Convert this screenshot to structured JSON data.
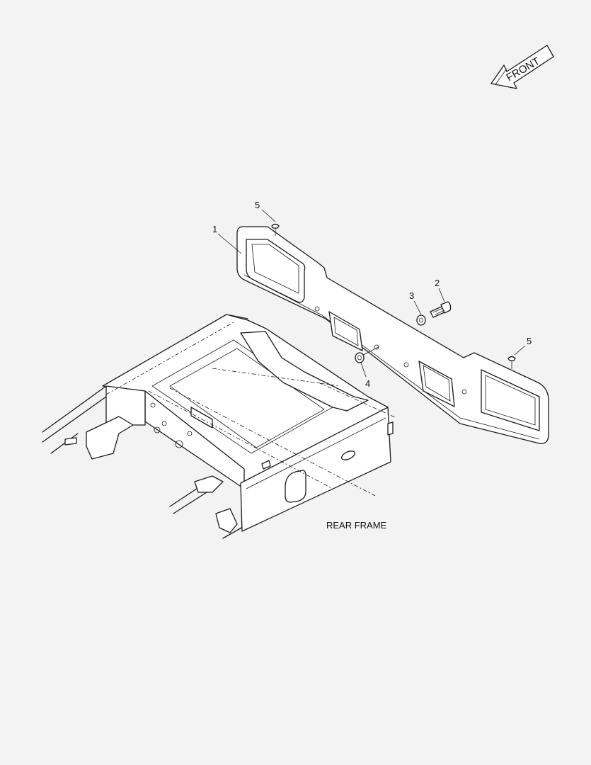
{
  "direction_arrow": {
    "label": "FRONT"
  },
  "callouts": [
    "1",
    "2",
    "3",
    "4",
    "5",
    "5"
  ],
  "assembly_label": "REAR FRAME"
}
